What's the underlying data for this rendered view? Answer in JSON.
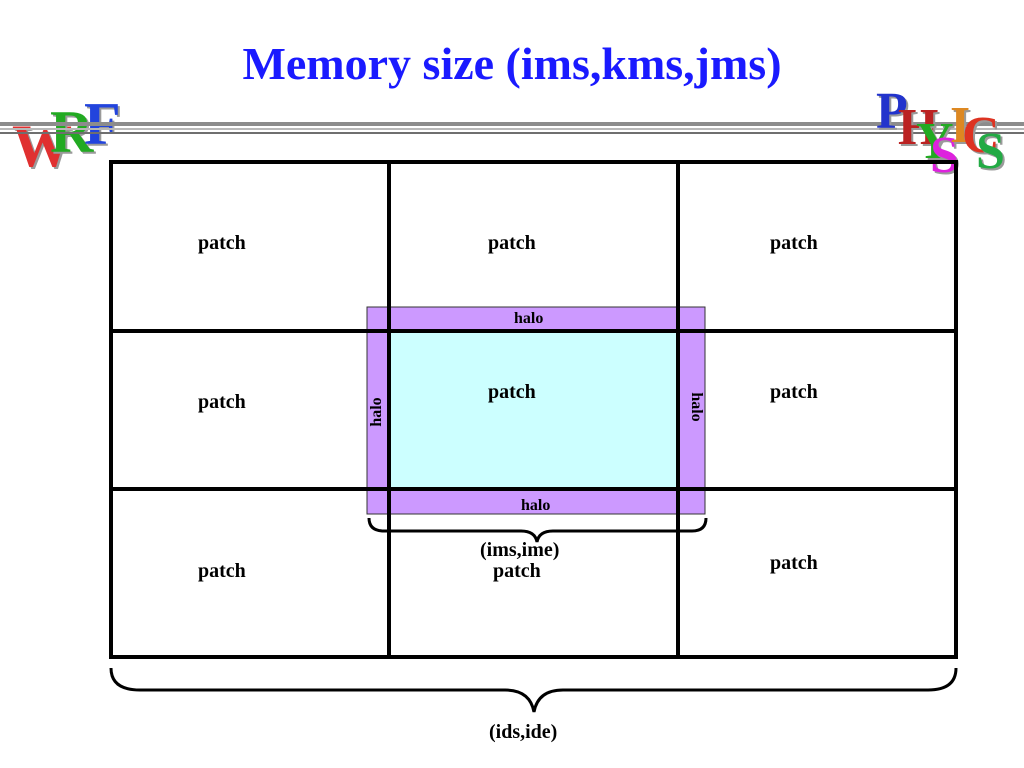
{
  "slide": {
    "title": "Memory size (ims,kms,jms)"
  },
  "logos": {
    "left": [
      "W",
      "R",
      "F"
    ],
    "right": [
      "P",
      "H",
      "Y",
      "S",
      "I",
      "C",
      "S"
    ]
  },
  "grid": {
    "patch_labels": [
      "patch",
      "patch",
      "patch",
      "patch",
      "patch",
      "patch",
      "patch",
      "patch",
      "patch"
    ]
  },
  "halo": {
    "top": "halo",
    "bottom": "halo",
    "left": "halo",
    "right": "halo"
  },
  "brackets": {
    "memory_range": "(ims,ime)",
    "domain_range": "(ids,ide)"
  },
  "colors": {
    "title": "#1a1aff",
    "halo": "#cc99ff",
    "center_patch": "#ccffff",
    "grid_lines": "#000000"
  }
}
